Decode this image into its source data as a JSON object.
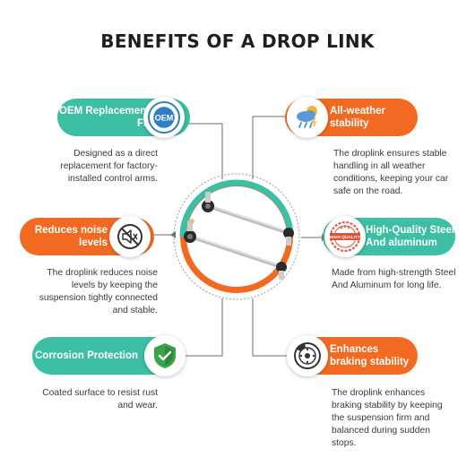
{
  "title": "BENEFITS OF A DROP LINK",
  "benefits": [
    {
      "title": "OEM Replacement Fit",
      "description": "Designed as a direct replacement for factory-installed control arms.",
      "icon": "oem-badge-icon",
      "badge_text": "OEM",
      "color": "#3dbfa3"
    },
    {
      "title": "All-weather stability",
      "description": "The droplink ensures stable handling in all weather conditions, keeping your car safe on the road.",
      "icon": "weather-icon",
      "color": "#f26a22"
    },
    {
      "title": "Reduces noise levels",
      "description": "The droplink reduces noise levels by keeping the suspension tightly connected and stable.",
      "icon": "mute-icon",
      "color": "#f26a22"
    },
    {
      "title": "High-Quality Steel And aluminum",
      "description": "Made from high-strength Steel And Aluminum for long life.",
      "icon": "quality-stamp-icon",
      "badge_text": "HIGH QUALITY",
      "color": "#3dbfa3"
    },
    {
      "title": "Corrosion Protection",
      "description": "Coated surface to resist rust and wear.",
      "icon": "shield-check-icon",
      "color": "#3dbfa3"
    },
    {
      "title": "Enhances braking stability",
      "description": "The droplink enhances braking stability by keeping the suspension firm and balanced during sudden stops.",
      "icon": "brake-disc-icon",
      "color": "#f26a22"
    }
  ],
  "colors": {
    "teal": "#3dbfa3",
    "orange": "#f26a22",
    "line": "#6b6b6b"
  }
}
